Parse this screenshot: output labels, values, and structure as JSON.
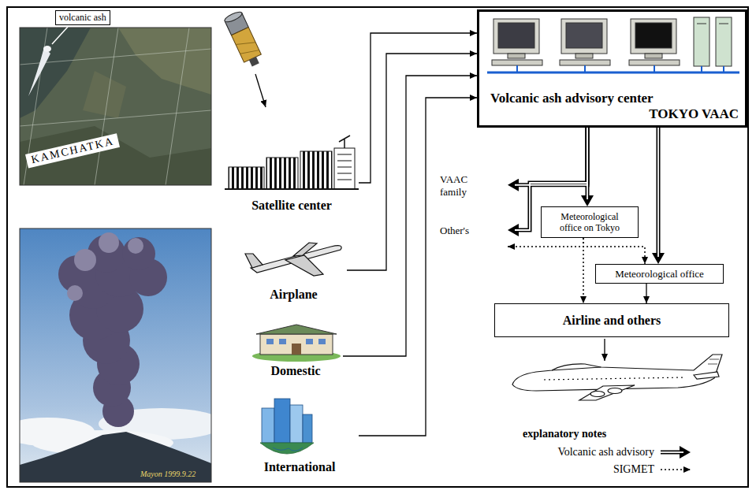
{
  "diagram": {
    "nodes": [
      {
        "text": [
          "Satellite center"
        ]
      },
      {
        "text": [
          "Volcanic ash advisory center",
          "TOKYO VAAC"
        ]
      },
      {
        "text": [
          "VAAC family"
        ]
      },
      {
        "text": [
          "Meteorological office on Tokyo"
        ]
      },
      {
        "text": [
          "Other's"
        ]
      },
      {
        "text": [
          "Meteorological office"
        ]
      },
      {
        "text": [
          "Airplane"
        ]
      },
      {
        "text": [
          "Airline and others"
        ]
      },
      {
        "text": [
          "Domestic"
        ]
      },
      {
        "text": [
          "International"
        ]
      }
    ],
    "edges": [
      {
        "from": 0,
        "to": 1,
        "arrow": "to"
      },
      {
        "from": 6,
        "to": 1,
        "arrow": "to"
      },
      {
        "from": 8,
        "to": 1,
        "arrow": "to"
      },
      {
        "from": 9,
        "to": 1,
        "arrow": "to"
      },
      {
        "from": 1,
        "to": 2,
        "arrow": "to"
      },
      {
        "from": 1,
        "to": 4,
        "arrow": "to"
      },
      {
        "from": 1,
        "to": 3,
        "arrow": "to"
      },
      {
        "from": 1,
        "to": 5,
        "arrow": "to"
      },
      {
        "from": 3,
        "to": 4,
        "arrow": "to"
      },
      {
        "from": 3,
        "to": 5,
        "arrow": "to"
      },
      {
        "from": 3,
        "to": 7,
        "arrow": "to"
      },
      {
        "from": 5,
        "to": 7,
        "arrow": "to"
      }
    ],
    "labels": [
      "volcanic ash",
      "KAMCHATKA",
      "Mayon 1999.9.22",
      "explanatory notes"
    ],
    "legend": [
      {
        "text": "Volcanic ash advisory"
      },
      {
        "text": "SIGMET"
      }
    ]
  }
}
